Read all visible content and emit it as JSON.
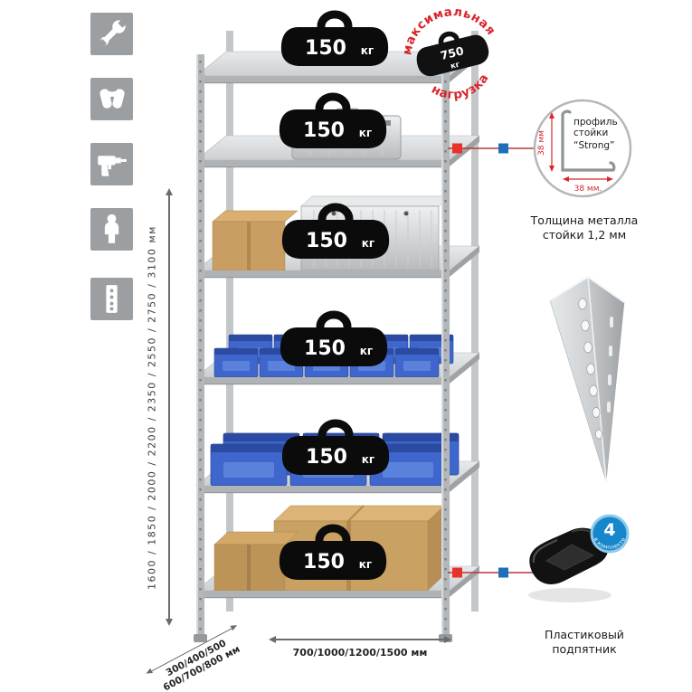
{
  "colors": {
    "accent_red": "#d8262c",
    "accent_blue": "#1c6fb8",
    "bin_blue": "#3f66cc",
    "cardboard": "#c9a263",
    "metal_gray": "#c6cacd"
  },
  "icons": [
    {
      "name": "wrench"
    },
    {
      "name": "gloves"
    },
    {
      "name": "drill"
    },
    {
      "name": "person"
    },
    {
      "name": "perforated-upright"
    }
  ],
  "stamp": {
    "arc_top": "максимальная",
    "arc_bottom": "нагрузка",
    "weight": "750",
    "unit": "кг"
  },
  "shelves": [
    {
      "load": "150",
      "unit": "кг"
    },
    {
      "load": "150",
      "unit": "кг"
    },
    {
      "load": "150",
      "unit": "кг"
    },
    {
      "load": "150",
      "unit": "кг"
    },
    {
      "load": "150",
      "unit": "кг"
    },
    {
      "load": "150",
      "unit": "кг"
    }
  ],
  "dimensions": {
    "height": "1600 / 1850 / 2000 / 2200 / 2350 / 2550 / 2750 / 3100 мм",
    "depth_line1": "300/400/500",
    "depth_line2": "600/700/800 мм",
    "width": "700/1000/1200/1500 мм"
  },
  "profile_callout": {
    "label_line1": "профиль",
    "label_line2": "стойки",
    "label_line3": "“Strong”",
    "dim_side": "38 мм",
    "dim_bottom": "38 мм.",
    "caption_line1": "Толщина металла",
    "caption_line2": "стойки 1,2 мм"
  },
  "foot_callout": {
    "badge_number": "4",
    "badge_label": "в комплекте",
    "caption_line1": "Пластиковый",
    "caption_line2": "подпятник"
  }
}
